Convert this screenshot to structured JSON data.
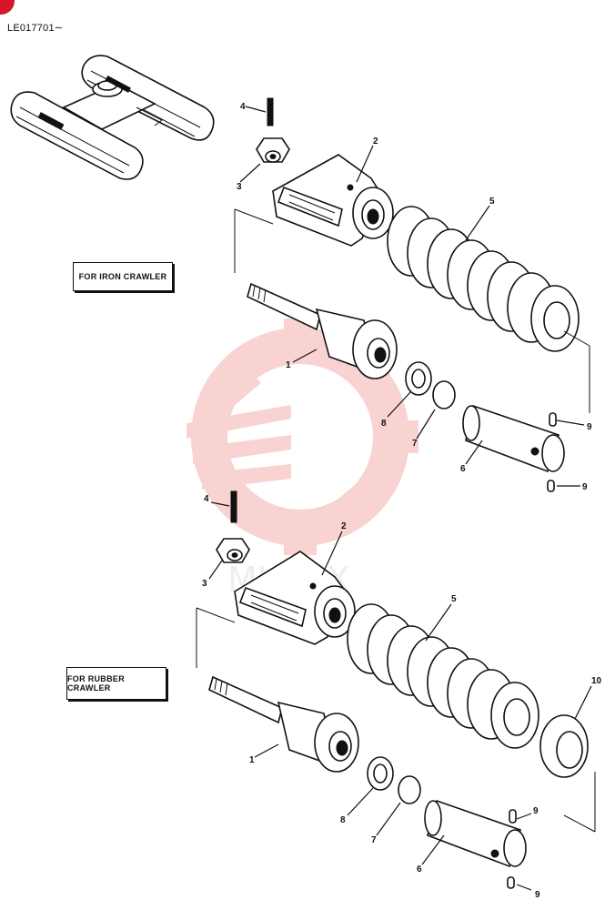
{
  "header": {
    "serial": "LE017701∼"
  },
  "watermark": {
    "text": "МНТЕХ",
    "color": "#f08080"
  },
  "sections": [
    {
      "label": "FOR IRON CRAWLER",
      "callouts": {
        "p1": "1",
        "p2": "2",
        "p3": "3",
        "p4": "4",
        "p5": "5",
        "p6": "6",
        "p7": "7",
        "p8": "8",
        "p9a": "9",
        "p9b": "9"
      }
    },
    {
      "label": "FOR RUBBER CRAWLER",
      "callouts": {
        "p1": "1",
        "p2": "2",
        "p3": "3",
        "p4": "4",
        "p5": "5",
        "p6": "6",
        "p7": "7",
        "p8": "8",
        "p9a": "9",
        "p9b": "9",
        "p10": "10"
      }
    }
  ],
  "colors": {
    "line": "#111111",
    "accent": "#d7152a"
  }
}
